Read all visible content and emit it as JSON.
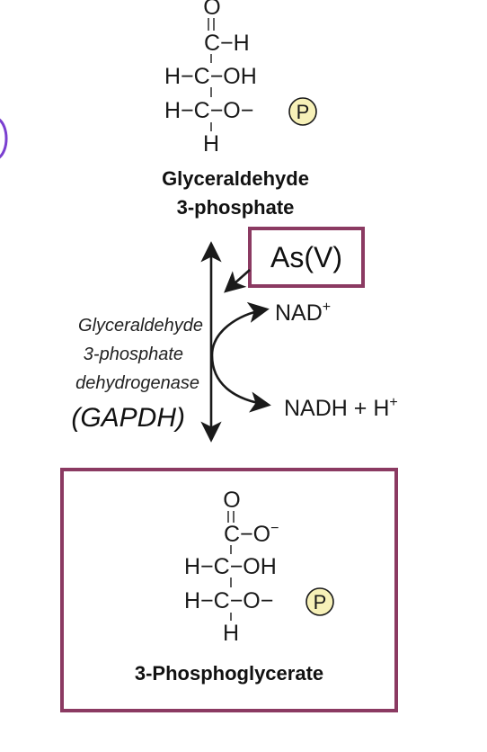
{
  "colors": {
    "highlight_box": "#8b3a62",
    "phosphate_fill": "#f7f1b8",
    "edge_arc": "#7a3fd0",
    "ink": "#1a1a1a"
  },
  "substrate": {
    "atom_O": "O",
    "row_top": "C−H",
    "row_middle": "H−C−OH",
    "row_phosphate_left": "H−C−O−",
    "phosphate_symbol": "P",
    "atom_H_bottom": "H",
    "name_line1": "Glyceraldehyde",
    "name_line2": "3-phosphate"
  },
  "inhibitor": {
    "label": "As(V)"
  },
  "cofactors": {
    "nad_base": "NAD",
    "nad_sup": "+",
    "nadh_base": "NADH + H",
    "nadh_sup": "+"
  },
  "enzyme": {
    "line1": "Glyceraldehyde",
    "line2": "3-phosphate",
    "line3": "dehydrogenase",
    "abbr": "(GAPDH)"
  },
  "product": {
    "atom_O": "O",
    "row_top_base": "C−O",
    "row_top_sup": "−",
    "row_middle": "H−C−OH",
    "row_phosphate_left": "H−C−O−",
    "phosphate_symbol": "P",
    "atom_H_bottom": "H",
    "name": "3-Phosphoglycerate"
  }
}
